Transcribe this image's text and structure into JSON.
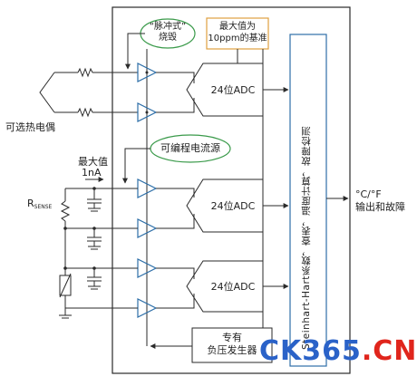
{
  "labels": {
    "pulse_burn": [
      "“脉冲式”",
      "烧毁"
    ],
    "max_value_ref": [
      "最大值为",
      "10ppm的基准"
    ],
    "optional_thermocouple": "可选热电偶",
    "programmable_source": "可编程电流源",
    "max_value": "最大值",
    "current_1na": "1nA",
    "rsense_r": "R",
    "rsense_sub": "SENSE",
    "adc": [
      "24位ADC",
      "24位ADC",
      "24位ADC"
    ],
    "processing": "Steinhart-Hart系数，查表，温度计算，故障检测",
    "output": [
      "°C/°F",
      "输出和故障"
    ],
    "neg_voltage": [
      "专有",
      "负压发生器"
    ]
  },
  "watermark": {
    "part1": "CK365",
    "part2": ".CN"
  },
  "colors": {
    "line": "#2a2a2a",
    "green_outline": "#3a9a4a",
    "orange_outline": "#e0a040",
    "amp_outline": "#2e6fa8",
    "wm_blue": "#2a62c8",
    "wm_red": "#e0251c",
    "wm_gray": "#7a7a7a"
  }
}
